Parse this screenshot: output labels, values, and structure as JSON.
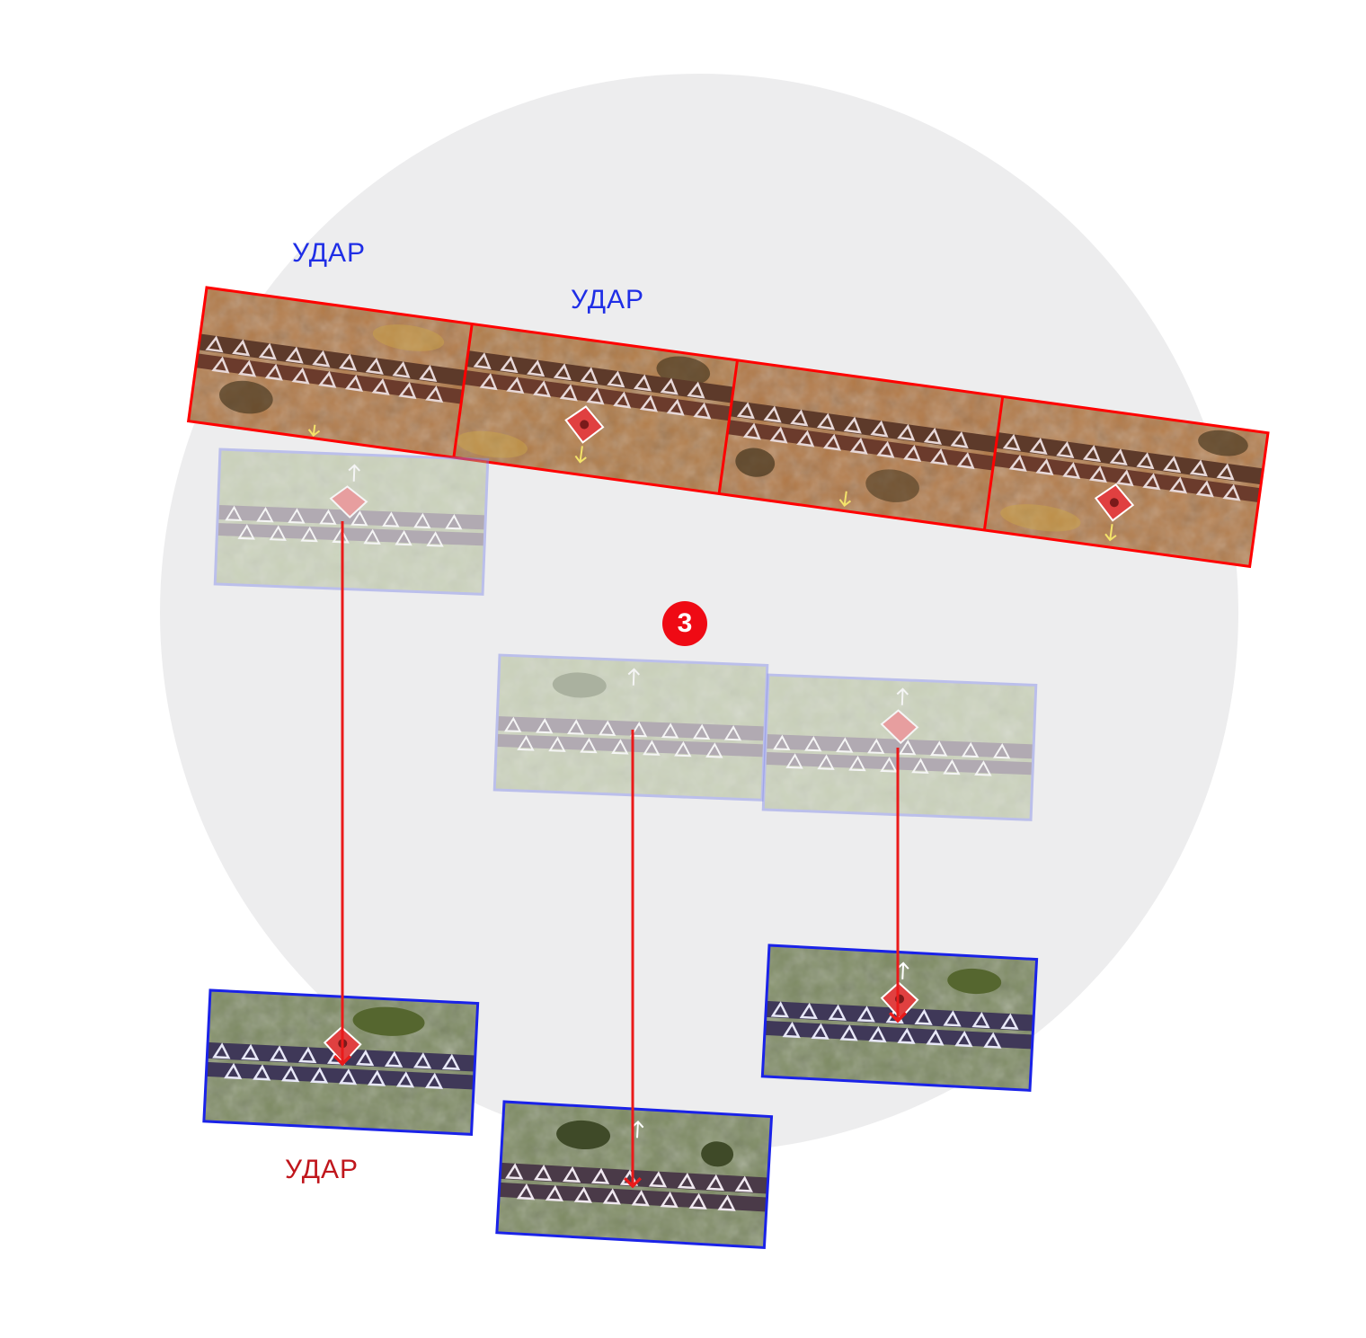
{
  "labels": {
    "attack_1": "УДАР",
    "attack_2": "УДАР",
    "attack_3": "УДАР"
  },
  "badge": {
    "number": "3"
  },
  "colors": {
    "background_circle": "#ededee",
    "attacker_frame": "#ff0000",
    "defender_frame": "#1a22e8",
    "ghost_frame": "#c4c8f4",
    "move_arrow": "#ea1a1a",
    "label_blue": "#1f2ee6",
    "label_red": "#c0161c",
    "badge": "#ef0a14"
  },
  "units": {
    "attacker_line": [
      "regiment-tile",
      "regiment-tile-with-banner",
      "regiment-tile",
      "regiment-tile-with-banner"
    ],
    "ghost_positions": [
      "regiment-tile-with-banner",
      "regiment-tile",
      "regiment-tile-with-banner"
    ],
    "defenders": [
      "regiment-tile-with-banner",
      "regiment-tile",
      "regiment-tile-with-banner"
    ]
  }
}
